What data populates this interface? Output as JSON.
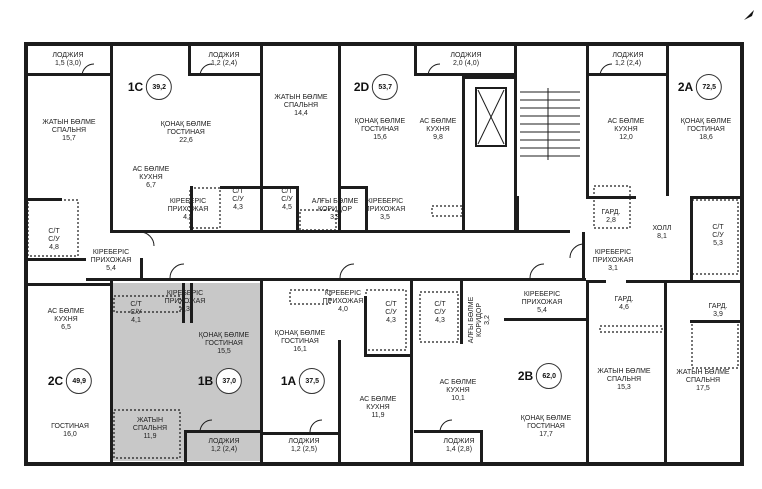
{
  "rooms": [
    {
      "id": "r01",
      "l1": "ЛОДЖИЯ",
      "l2": "",
      "a": "1,5 (3,0)"
    },
    {
      "id": "r02",
      "l1": "ЛОДЖИЯ",
      "l2": "",
      "a": "1,2 (2,4)"
    },
    {
      "id": "r03",
      "l1": "ЛОДЖИЯ",
      "l2": "",
      "a": "2,0 (4,0)"
    },
    {
      "id": "r04",
      "l1": "ЛОДЖИЯ",
      "l2": "",
      "a": "1,2 (2,4)"
    },
    {
      "id": "r05",
      "l1": "ЖАТЫН БӨЛМЕ",
      "l2": "СПАЛЬНЯ",
      "a": "15,7"
    },
    {
      "id": "r06",
      "l1": "ҚОНАҚ БӨЛМЕ",
      "l2": "ГОСТИНАЯ",
      "a": "22,6"
    },
    {
      "id": "r07",
      "l1": "ЖАТЫН БӨЛМЕ",
      "l2": "СПАЛЬНЯ",
      "a": "14,4"
    },
    {
      "id": "r08",
      "l1": "ҚОНАҚ БӨЛМЕ",
      "l2": "ГОСТИНАЯ",
      "a": "15,6"
    },
    {
      "id": "r09",
      "l1": "АС БӨЛМЕ",
      "l2": "КУХНЯ",
      "a": "9,8"
    },
    {
      "id": "r10",
      "l1": "АС БӨЛМЕ",
      "l2": "КУХНЯ",
      "a": "12,0"
    },
    {
      "id": "r11",
      "l1": "ҚОНАҚ БӨЛМЕ",
      "l2": "ГОСТИНАЯ",
      "a": "18,6"
    },
    {
      "id": "r12",
      "l1": "АС БӨЛМЕ",
      "l2": "КУХНЯ",
      "a": "6,7"
    },
    {
      "id": "r13",
      "l1": "КІРЕБЕРІС",
      "l2": "ПРИХОЖАЯ",
      "a": "4,4"
    },
    {
      "id": "r14",
      "l1": "С/Т",
      "l2": "С/У",
      "a": "4,3"
    },
    {
      "id": "r15",
      "l1": "С/Т",
      "l2": "С/У",
      "a": "4,5"
    },
    {
      "id": "r16",
      "l1": "АЛҒЫ БӨЛМЕ",
      "l2": "КОРИДОР",
      "a": "3,9"
    },
    {
      "id": "r17",
      "l1": "КІРЕБЕРІС",
      "l2": "ПРИХОЖАЯ",
      "a": "3,5"
    },
    {
      "id": "r18",
      "l1": "ГАРД.",
      "l2": "",
      "a": "2,8"
    },
    {
      "id": "r19",
      "l1": "ХОЛЛ",
      "l2": "",
      "a": "8,1"
    },
    {
      "id": "r20",
      "l1": "С/Т",
      "l2": "С/У",
      "a": "5,3"
    },
    {
      "id": "r21",
      "l1": "С/Т",
      "l2": "С/У",
      "a": "4,8"
    },
    {
      "id": "r22",
      "l1": "КІРЕБЕРІС",
      "l2": "ПРИХОЖАЯ",
      "a": "5,4"
    },
    {
      "id": "r23",
      "l1": "КІРЕБЕРІС",
      "l2": "ПРИХОЖАЯ",
      "a": "3,1"
    },
    {
      "id": "r24",
      "l1": "КІРЕБЕРІС",
      "l2": "ПРИХОЖАЯ",
      "a": "4,3"
    },
    {
      "id": "r25",
      "l1": "С/Т",
      "l2": "С/У",
      "a": "4,1"
    },
    {
      "id": "r26",
      "l1": "КІРЕБЕРІС",
      "l2": "ПРИХОЖАЯ",
      "a": "4,0"
    },
    {
      "id": "r27",
      "l1": "С/Т",
      "l2": "С/У",
      "a": "4,3"
    },
    {
      "id": "r28",
      "l1": "С/Т",
      "l2": "С/У",
      "a": "4,3"
    },
    {
      "id": "r29",
      "l1": "КІРЕБЕРІС",
      "l2": "ПРИХОЖАЯ",
      "a": "5,4"
    },
    {
      "id": "r30",
      "l1": "ГАРД.",
      "l2": "",
      "a": "4,6"
    },
    {
      "id": "r31",
      "l1": "ГАРД.",
      "l2": "",
      "a": "3,9"
    },
    {
      "id": "r32",
      "l1": "АС БӨЛМЕ",
      "l2": "КУХНЯ",
      "a": "6,5"
    },
    {
      "id": "r33",
      "l1": "ҚОНАҚ БӨЛМЕ",
      "l2": "ГОСТИНАЯ",
      "a": "15,5"
    },
    {
      "id": "r34",
      "l1": "ҚОНАҚ БӨЛМЕ",
      "l2": "ГОСТИНАЯ",
      "a": "16,1"
    },
    {
      "id": "r35",
      "l1": "АС БӨЛМЕ",
      "l2": "КУХНЯ",
      "a": "11,9"
    },
    {
      "id": "r36",
      "l1": "АС БӨЛМЕ",
      "l2": "КУХНЯ",
      "a": "10,1"
    },
    {
      "id": "r37",
      "l1": "ЖАТЫН БӨЛМЕ",
      "l2": "СПАЛЬНЯ",
      "a": "15,3"
    },
    {
      "id": "r38",
      "l1": "ЖАТЫН БӨЛМЕ",
      "l2": "СПАЛЬНЯ",
      "a": "17,5"
    },
    {
      "id": "r39",
      "l1": "ҚОНАҚ БӨЛМЕ",
      "l2": "ГОСТИНАЯ",
      "a": "17,7"
    },
    {
      "id": "r40",
      "l1": "",
      "l2": "ГОСТИНАЯ",
      "a": "16,0"
    },
    {
      "id": "r41",
      "l1": "ЖАТЫН",
      "l2": "СПАЛЬНЯ",
      "a": "11,9"
    },
    {
      "id": "r42",
      "l1": "ЛОДЖИЯ",
      "l2": "",
      "a": "1,2 (2,4)"
    },
    {
      "id": "r43",
      "l1": "ЛОДЖИЯ",
      "l2": "",
      "a": "1,2 (2,5)"
    },
    {
      "id": "r44",
      "l1": "ЛОДЖИЯ",
      "l2": "",
      "a": "1,4 (2,8)"
    },
    {
      "id": "r45",
      "l1": "АЛҒЫ БӨЛМЕ",
      "l2": "КОРИДОР",
      "a": "3,2"
    }
  ],
  "apartments": [
    {
      "id": "a1",
      "code": "1C",
      "area": "39,2"
    },
    {
      "id": "a2",
      "code": "2D",
      "area": "53,7"
    },
    {
      "id": "a3",
      "code": "2A",
      "area": "72,5"
    },
    {
      "id": "a4",
      "code": "2C",
      "area": "49,9"
    },
    {
      "id": "a5",
      "code": "1B",
      "area": "37,0"
    },
    {
      "id": "a6",
      "code": "1A",
      "area": "37,5"
    },
    {
      "id": "a7",
      "code": "2B",
      "area": "62,0"
    }
  ],
  "colors": {
    "wall": "#1c1c1c",
    "highlight": "#c8c8c8",
    "text": "#222222"
  },
  "compass_icon": "north-arrow-icon"
}
